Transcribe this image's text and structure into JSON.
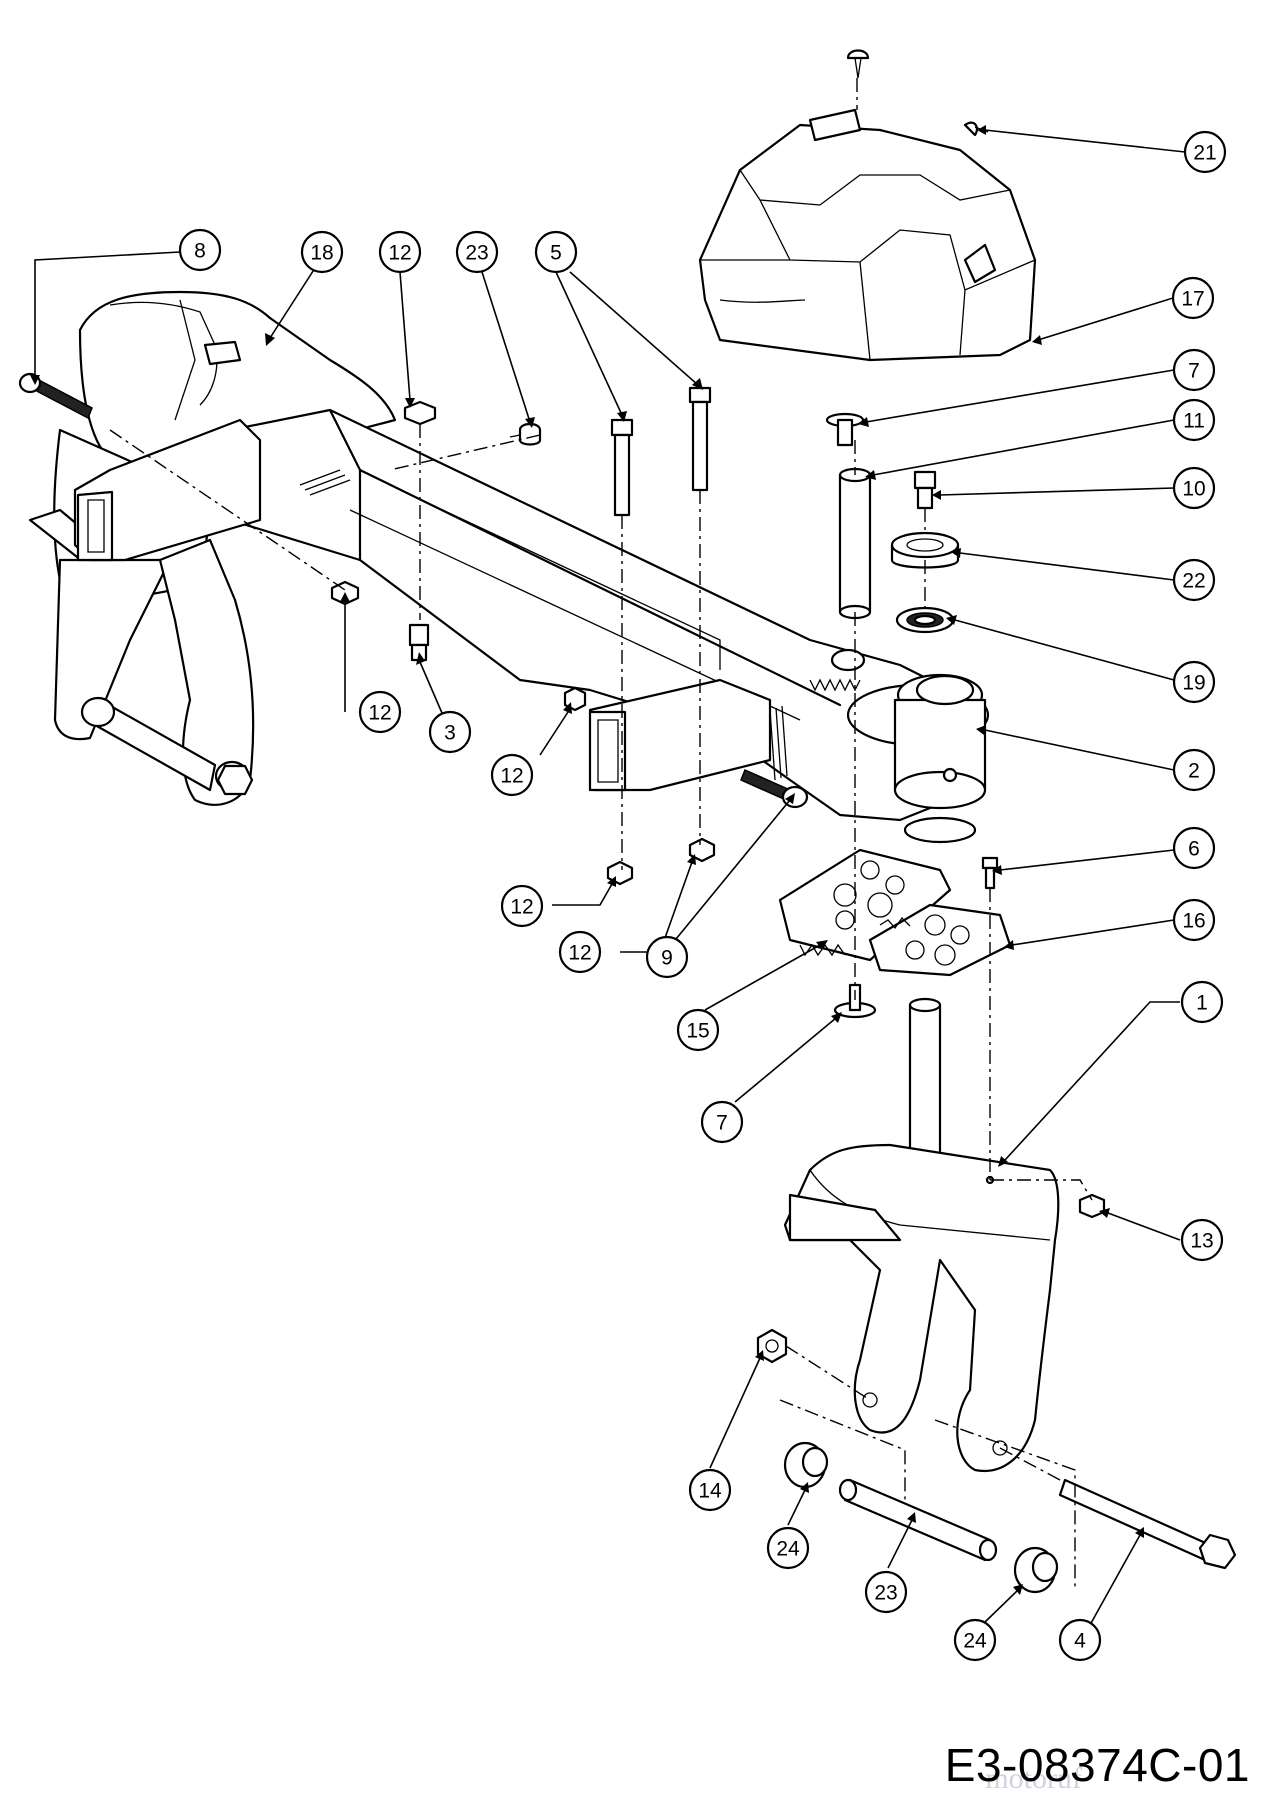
{
  "drawing_code": "E3-08374C-01",
  "watermark": "motoruf",
  "callouts": [
    {
      "id": "c-8",
      "label": "8"
    },
    {
      "id": "c-18",
      "label": "18"
    },
    {
      "id": "c-12a",
      "label": "12"
    },
    {
      "id": "c-23a",
      "label": "23"
    },
    {
      "id": "c-5",
      "label": "5"
    },
    {
      "id": "c-21",
      "label": "21"
    },
    {
      "id": "c-17",
      "label": "17"
    },
    {
      "id": "c-7a",
      "label": "7"
    },
    {
      "id": "c-11",
      "label": "11"
    },
    {
      "id": "c-10",
      "label": "10"
    },
    {
      "id": "c-22",
      "label": "22"
    },
    {
      "id": "c-19",
      "label": "19"
    },
    {
      "id": "c-2",
      "label": "2"
    },
    {
      "id": "c-12b",
      "label": "12"
    },
    {
      "id": "c-3",
      "label": "3"
    },
    {
      "id": "c-12c",
      "label": "12"
    },
    {
      "id": "c-6",
      "label": "6"
    },
    {
      "id": "c-16",
      "label": "16"
    },
    {
      "id": "c-12d",
      "label": "12"
    },
    {
      "id": "c-12e",
      "label": "12"
    },
    {
      "id": "c-9",
      "label": "9"
    },
    {
      "id": "c-15",
      "label": "15"
    },
    {
      "id": "c-7b",
      "label": "7"
    },
    {
      "id": "c-1",
      "label": "1"
    },
    {
      "id": "c-13",
      "label": "13"
    },
    {
      "id": "c-14",
      "label": "14"
    },
    {
      "id": "c-24a",
      "label": "24"
    },
    {
      "id": "c-23b",
      "label": "23"
    },
    {
      "id": "c-24b",
      "label": "24"
    },
    {
      "id": "c-4",
      "label": "4"
    }
  ]
}
